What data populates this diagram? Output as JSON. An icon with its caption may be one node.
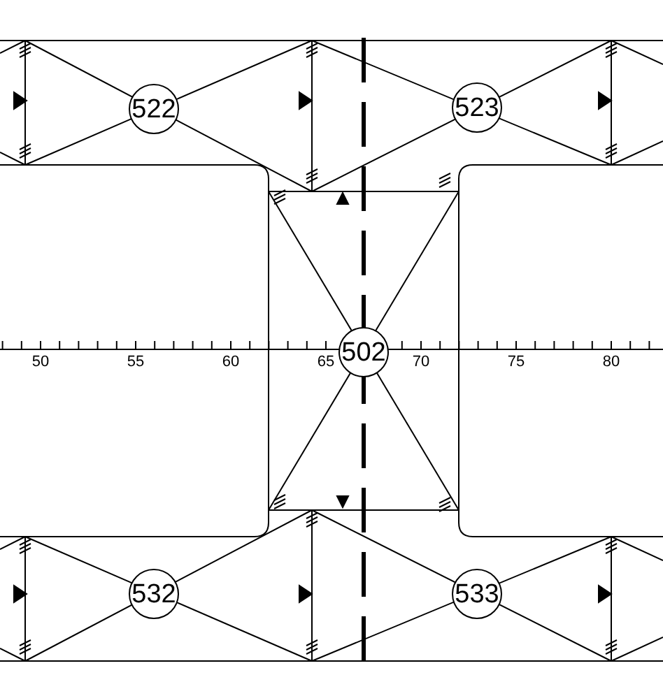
{
  "diagram": {
    "nodes": [
      {
        "text": [
          "522"
        ]
      },
      {
        "text": [
          "523"
        ]
      },
      {
        "text": [
          "502"
        ]
      },
      {
        "text": [
          "532"
        ]
      },
      {
        "text": [
          "533"
        ]
      }
    ],
    "labels": [
      "50",
      "55",
      "60",
      "65",
      "70",
      "75",
      "80"
    ]
  }
}
